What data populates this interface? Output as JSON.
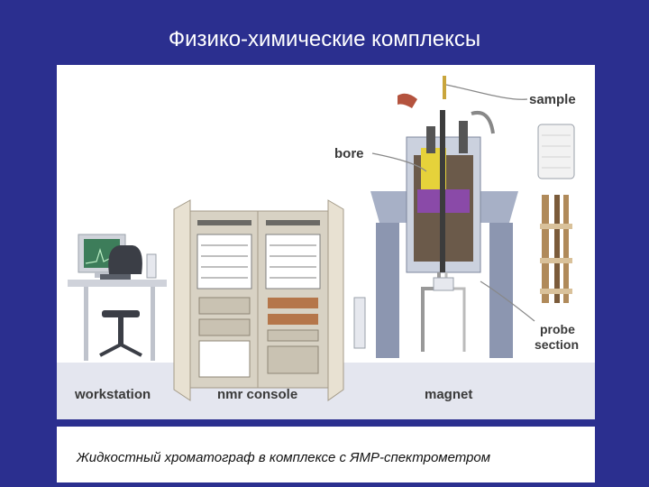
{
  "slide": {
    "title": "Физико-химические комплексы",
    "caption": "Жидкостный хроматограф в комплексе с ЯМР-спектрометром"
  },
  "diagram": {
    "labels": {
      "sample": "sample",
      "bore": "bore",
      "probe_line1": "probe",
      "probe_line2": "section",
      "workstation": "workstation",
      "nmr_console": "nmr console",
      "magnet": "magnet"
    },
    "colors": {
      "background": "#2b2f8f",
      "floor": "#d9dbe8",
      "cabinet": "#d8d2c4",
      "magnet_body": "#8c96b0",
      "bore_yellow": "#e6d23a",
      "bore_purple": "#8a4aa8"
    }
  }
}
